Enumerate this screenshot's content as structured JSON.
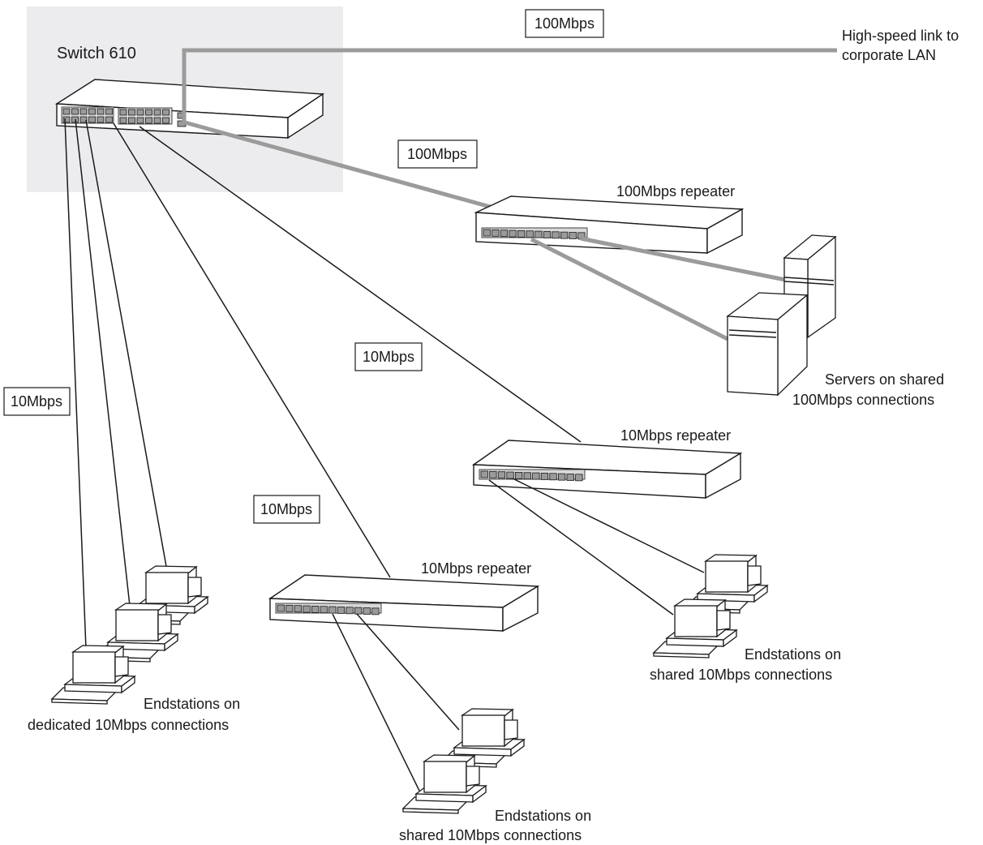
{
  "switch": {
    "label": "Switch 610"
  },
  "uplink": {
    "speed": "100Mbps",
    "label_line1": "High-speed link to",
    "label_line2": "corporate LAN"
  },
  "repeater_link": {
    "speed": "100Mbps"
  },
  "repeater_100": {
    "label": "100Mbps repeater"
  },
  "servers": {
    "label_line1": "Servers on shared",
    "label_line2": "100Mbps connections"
  },
  "repeater_10_right": {
    "label": "10Mbps repeater",
    "link_speed": "10Mbps"
  },
  "repeater_10_center": {
    "label": "10Mbps repeater",
    "link_speed": "10Mbps"
  },
  "dedicated_link": {
    "speed": "10Mbps"
  },
  "endstations_dedicated": {
    "label_line1": "Endstations on",
    "label_line2": "dedicated 10Mbps connections"
  },
  "endstations_shared_right": {
    "label_line1": "Endstations on",
    "label_line2": "shared 10Mbps connections"
  },
  "endstations_shared_center": {
    "label_line1": "Endstations on",
    "label_line2": "shared 10Mbps connections"
  },
  "colors": {
    "switch_background": "#ececef",
    "fast_link": "#9b9b9b",
    "slow_link": "#1a1a1a"
  }
}
